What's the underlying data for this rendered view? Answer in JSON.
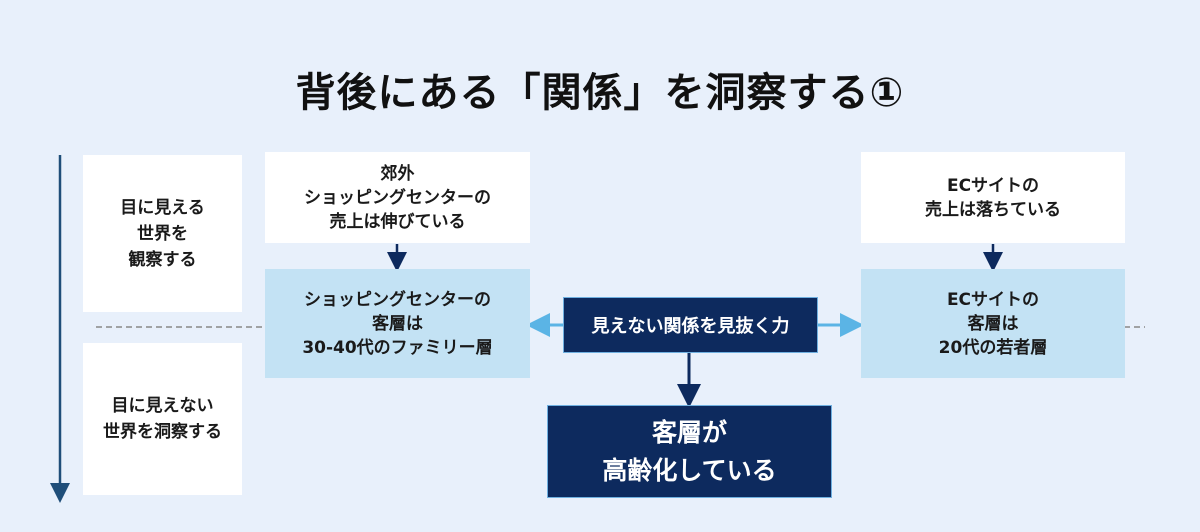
{
  "title": "背後にある「関係」を洞察する①",
  "side": {
    "visible": "目に見える\n世界を\n観察する",
    "invisible": "目に見えない\n世界を洞察する"
  },
  "left": {
    "top": "郊外\nショッピングセンターの\n売上は伸びている",
    "bottom": "ショッピングセンターの\n客層は\n30-40代のファミリー層"
  },
  "right": {
    "top": "ECサイトの\n売上は落ちている",
    "bottom": "ECサイトの\n客層は\n20代の若者層"
  },
  "center": {
    "label": "見えない関係を見抜く力",
    "result": "客層が\n高齢化している"
  },
  "colors": {
    "background": "#e8f0fb",
    "light_box": "#c3e2f4",
    "dark_box": "#0d2a5e",
    "arrow_blue": "#5bb4e5",
    "arrow_navy": "#0d2a5e",
    "axis": "#1f4e79"
  }
}
